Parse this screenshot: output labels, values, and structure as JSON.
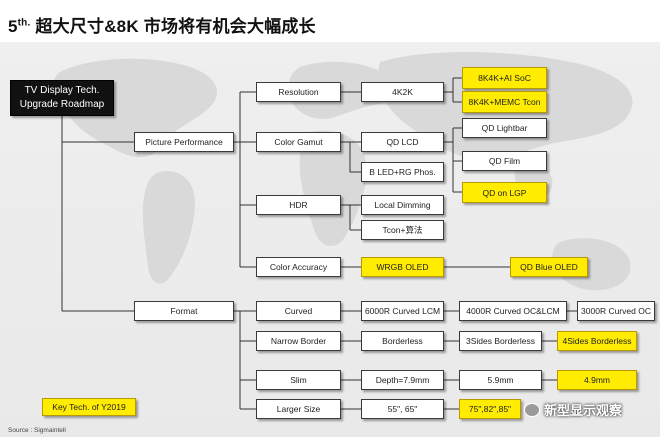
{
  "title": {
    "main": "5",
    "sup": "th.",
    "rest": " 超大尺寸&8K 市场将有机会大幅成长"
  },
  "root": {
    "line1": "TV Display Tech.",
    "line2": "Upgrade Roadmap"
  },
  "level1": {
    "picture": "Picture Performance",
    "format": "Format"
  },
  "categories": {
    "resolution": "Resolution",
    "color_gamut": "Color Gamut",
    "hdr": "HDR",
    "color_accuracy": "Color Accuracy",
    "curved": "Curved",
    "narrow_border": "Narrow Border",
    "slim": "Slim",
    "larger_size": "Larger Size"
  },
  "items": {
    "k4k2k": "4K2K",
    "k8k_ai_soc": "8K4K+AI SoC",
    "k8k_memc": "8K4K+MEMC Tcon",
    "qd_lcd": "QD LCD",
    "b_led": "B LED+RG Phos.",
    "qd_lightbar": "QD Lightbar",
    "qd_film": "QD Film",
    "qd_lgp": "QD on LGP",
    "local_dimming": "Local Dimming",
    "tcon": "Tcon+算法",
    "wrgb_oled": "WRGB OLED",
    "qd_blue_oled": "QD Blue OLED",
    "curved_6000r": "6000R Curved LCM",
    "curved_4000r": "4000R Curved OC&LCM",
    "curved_3000r": "3000R Curved OC",
    "borderless": "Borderless",
    "sides3": "3Sides Borderless",
    "sides4": "4Sides Borderless",
    "depth": "Depth=7.9mm",
    "mm59": "5.9mm",
    "mm49": "4.9mm",
    "size_55_65": "55\", 65\"",
    "size_75_plus": "75\",82\",85\""
  },
  "key_tech": "Key Tech. of Y2019",
  "source": "Source : Sigmaintell",
  "watermark": "新型显示观察",
  "colors": {
    "highlight": "#ffec00",
    "root_bg": "#111111",
    "line": "#333333"
  }
}
